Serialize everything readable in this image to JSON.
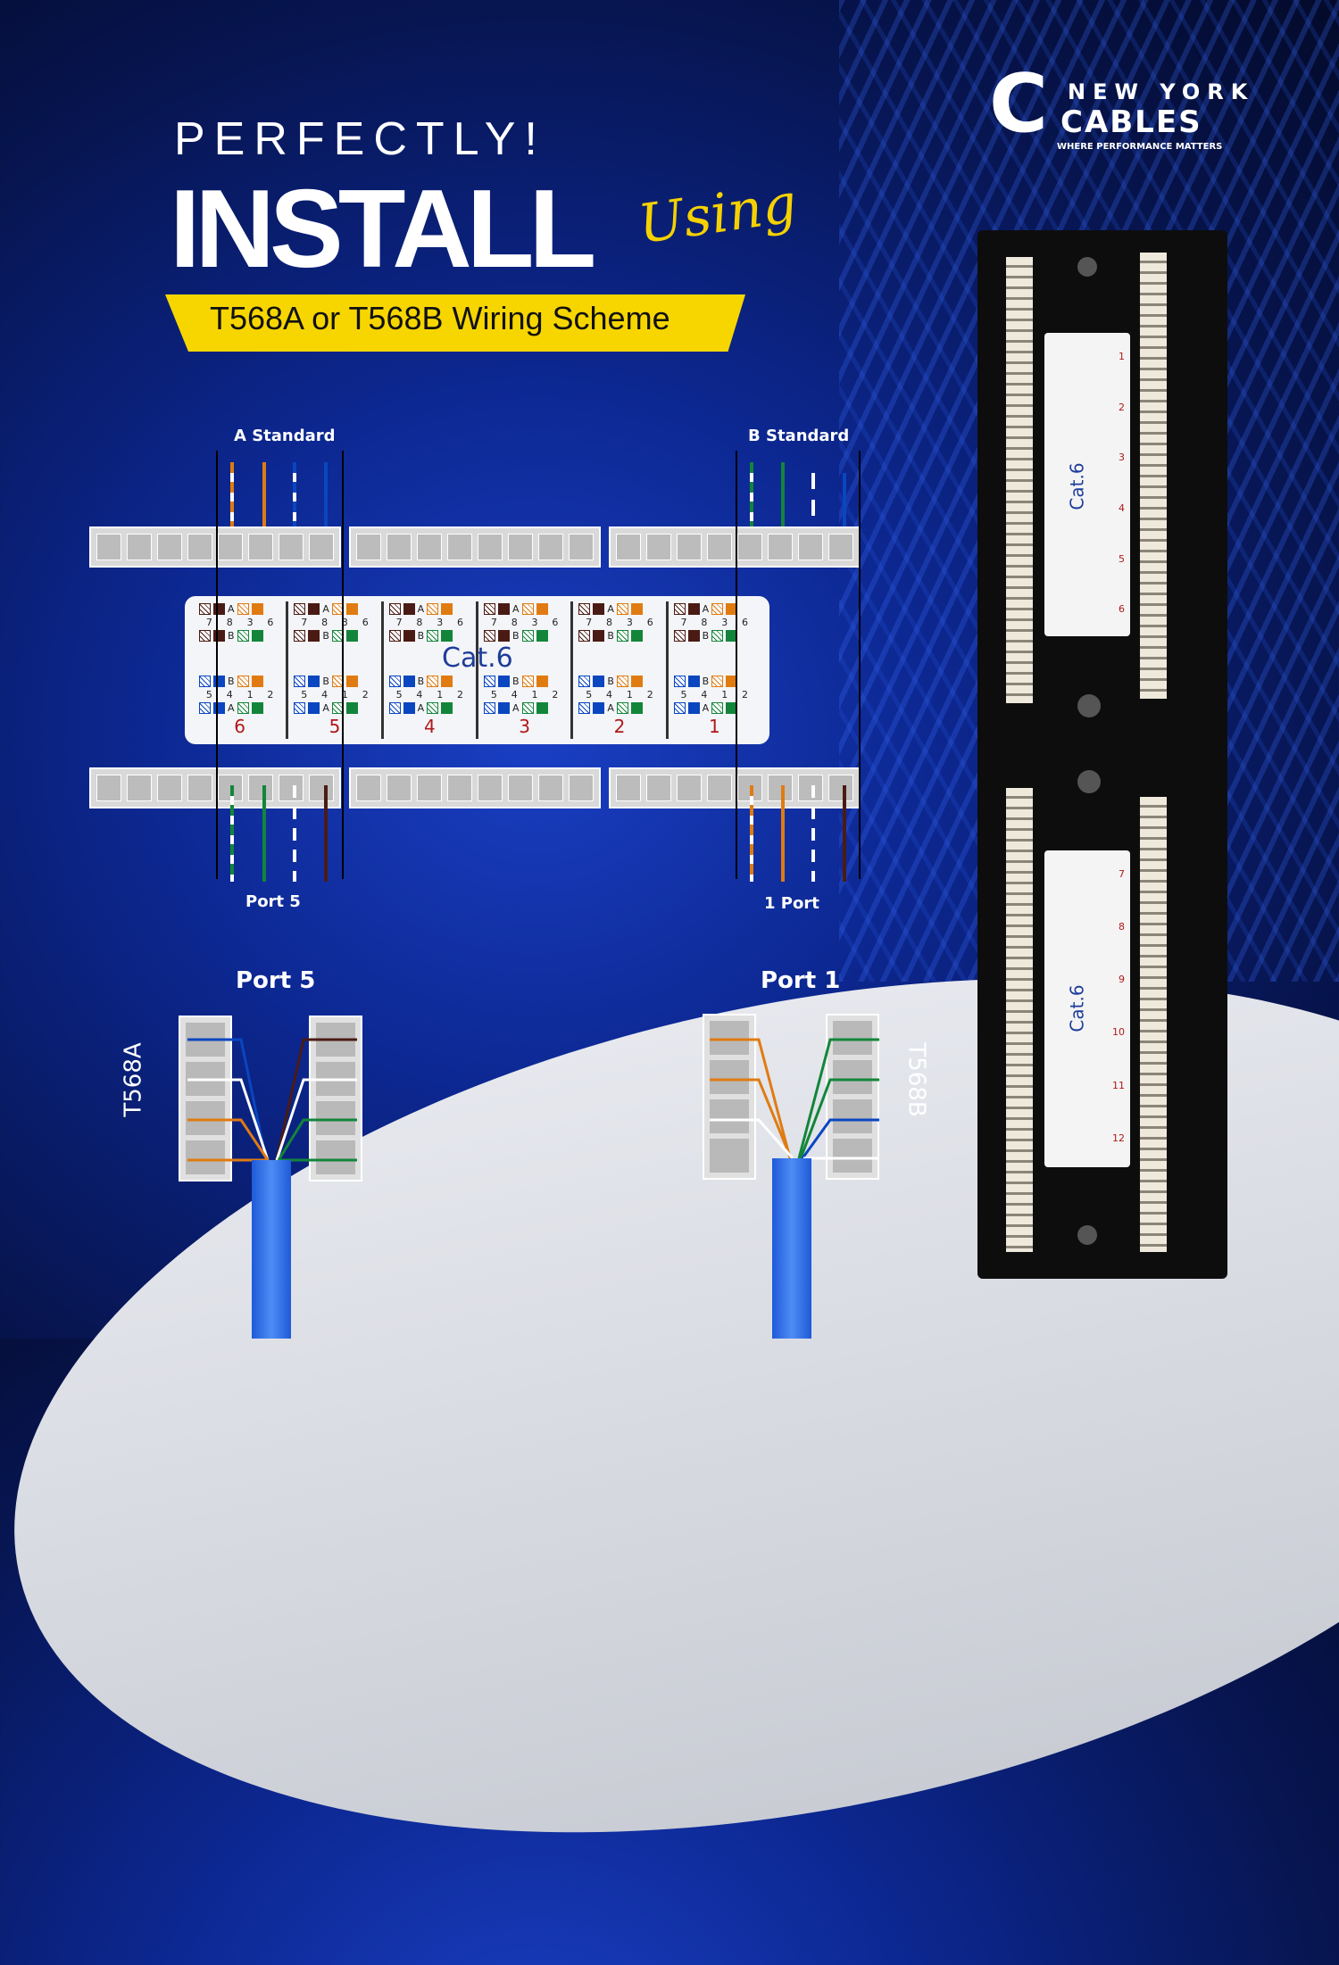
{
  "brand": {
    "name_top": "NEW YORK",
    "name_bottom": "CABLES",
    "tagline": "WHERE PERFORMANCE MATTERS"
  },
  "headline": {
    "line1": "PERFECTLY!",
    "line2": "INSTALL",
    "script": "Using",
    "banner": "T568A or T568B Wiring Scheme"
  },
  "diagram": {
    "a_standard": "A Standard",
    "b_standard": "B Standard",
    "port5_label": "Port 5",
    "port1_label": "1 Port",
    "cat": "Cat.6",
    "ports": [
      "6",
      "5",
      "4",
      "3",
      "2",
      "1"
    ],
    "top_pins": [
      "7",
      "8",
      "3",
      "6"
    ],
    "bottom_pins": [
      "5",
      "4",
      "1",
      "2"
    ],
    "top_letters": [
      "A",
      "B"
    ],
    "bottom_letters": [
      "B",
      "A"
    ]
  },
  "connectors": {
    "left_port": "Port 5",
    "left_scheme": "T568A",
    "right_port": "Port 1",
    "right_scheme": "T568B"
  },
  "panel": {
    "cat": "Cat.6",
    "ports_top": [
      "1",
      "2",
      "3",
      "4",
      "5",
      "6"
    ],
    "ports_bottom": [
      "7",
      "8",
      "9",
      "10",
      "11",
      "12"
    ]
  },
  "colors": {
    "yellow": "#f7d600",
    "blue": "#0c2790",
    "orange": "#e07b12",
    "green": "#13853a",
    "brown": "#4a1b14",
    "wire_blue": "#0a46c0"
  }
}
